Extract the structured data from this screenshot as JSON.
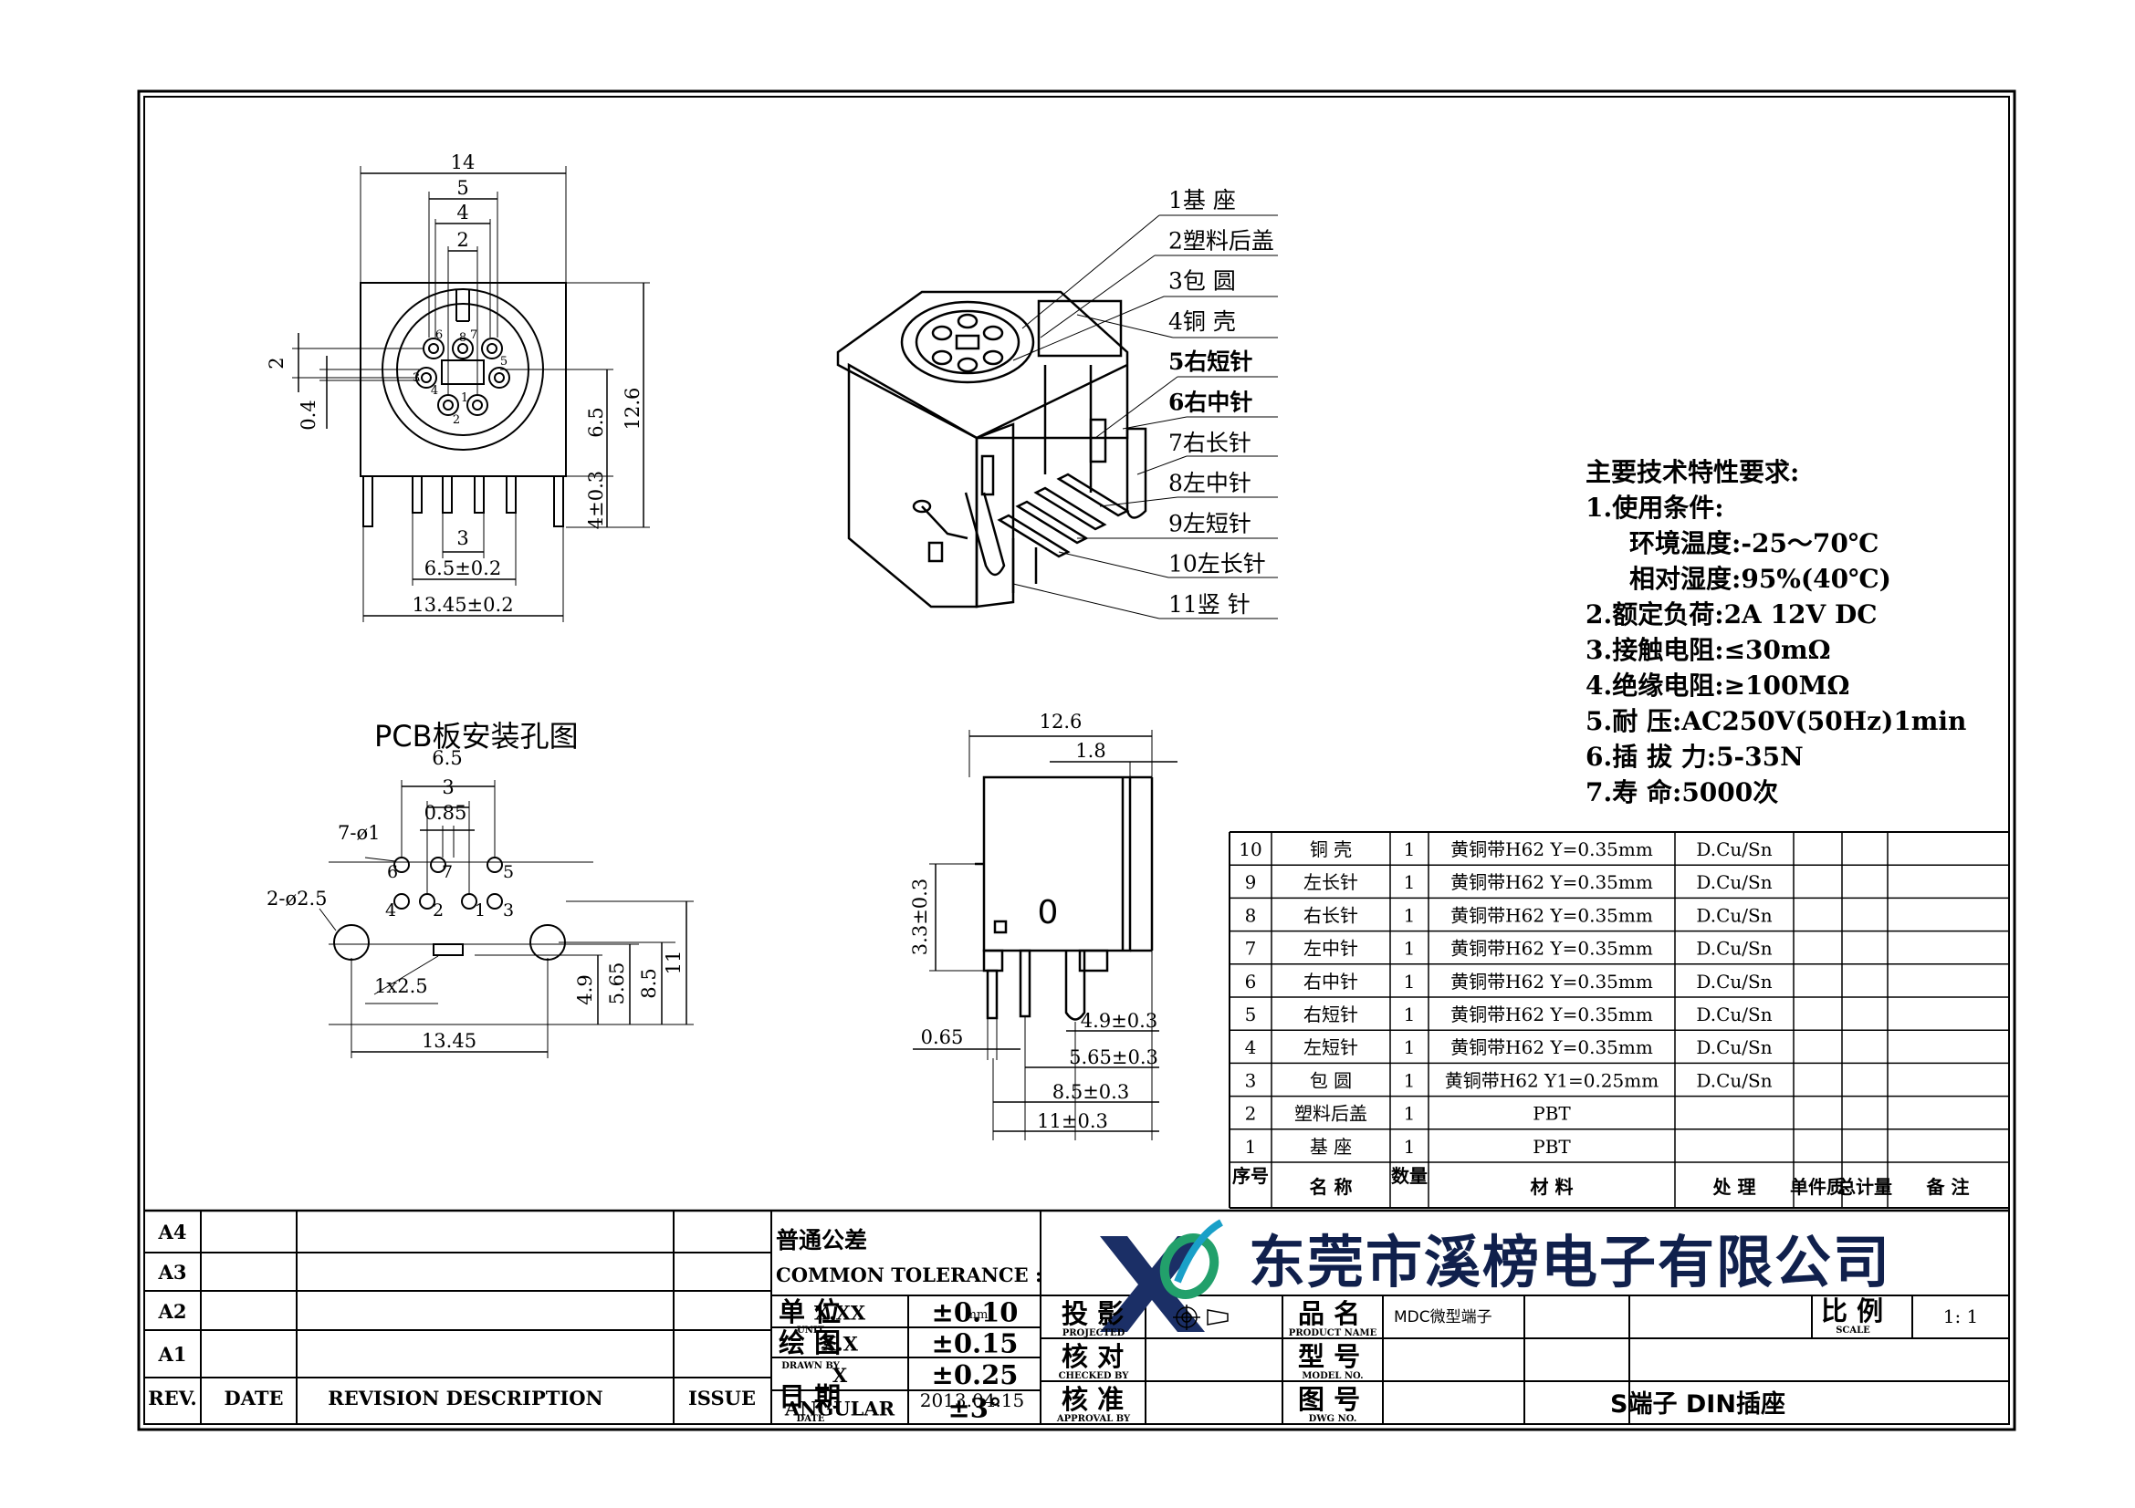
{
  "front_view": {
    "dims": {
      "w14": "14",
      "w5": "5",
      "w4": "4",
      "w2": "2",
      "h12_6": "12.6",
      "h6_5": "6.5",
      "h4_03": "4±0.3",
      "v2": "2",
      "v04": "0.4",
      "b3": "3",
      "b6_5": "6.5±0.2",
      "b13_45": "13.45±0.2"
    },
    "pins": [
      "6",
      "7",
      "8",
      "3",
      "1",
      "4",
      "5",
      "2"
    ]
  },
  "parts_callout": [
    {
      "label": "1基  座",
      "bold": false
    },
    {
      "label": "2塑料后盖",
      "bold": false
    },
    {
      "label": "3包  圆",
      "bold": false
    },
    {
      "label": "4铜  壳",
      "bold": false
    },
    {
      "label": "5右短针",
      "bold": true
    },
    {
      "label": "6右中针",
      "bold": true
    },
    {
      "label": "7右长针",
      "bold": false
    },
    {
      "label": "8左中针",
      "bold": false
    },
    {
      "label": "9左短针",
      "bold": false
    },
    {
      "label": "10左长针",
      "bold": false
    },
    {
      "label": "11竖 针",
      "bold": false
    }
  ],
  "specs": {
    "title": "主要技术特性要求:",
    "lines": [
      "1.使用条件:",
      "环境温度:-25～70℃",
      "相对湿度:95%(40℃)",
      "2.额定负荷:2A 12V DC",
      "3.接触电阻:≤30mΩ",
      "4.绝缘电阻:≥100MΩ",
      "5.耐    压:AC250V(50Hz)1min",
      "6.插 拔 力:5-35N",
      "7.寿    命:5000次"
    ]
  },
  "pcb": {
    "title": "PCB板安装孔图",
    "dims": {
      "d6_5": "6.5",
      "d3": "3",
      "d085": "0.85",
      "hole7": "7-ø1",
      "hole2": "2-ø2.5",
      "slot": "1x2.5",
      "d13_45": "13.45",
      "v4_9": "4.9",
      "v5_65": "5.65",
      "v8_5": "8.5",
      "v11": "11"
    },
    "pin_labels": {
      "p6": "6",
      "p7": "7",
      "p5": "5",
      "p4": "4",
      "p2": "2",
      "p1": "1",
      "p3": "3"
    }
  },
  "side_view": {
    "dims": {
      "w12_6": "12.6",
      "w1_8": "1.8",
      "v3_3": "3.3±0.3",
      "d0_65": "0.65",
      "d4_9": "4.9±0.3",
      "d5_65": "5.65±0.3",
      "d8_5": "8.5±0.3",
      "d11": "11±0.3"
    },
    "mark": "0"
  },
  "bom": {
    "headers": [
      "序号",
      "名  称",
      "数量",
      "材    料",
      "处    理",
      "单件质",
      "总计量",
      "备  注"
    ],
    "rows": [
      {
        "no": "10",
        "name": "铜  壳",
        "qty": "1",
        "mat": "黄铜带H62  Y=0.35mm",
        "proc": "D.Cu/Sn",
        "bold": false
      },
      {
        "no": "9",
        "name": "左长针",
        "qty": "1",
        "mat": "黄铜带H62  Y=0.35mm",
        "proc": "D.Cu/Sn",
        "bold": false
      },
      {
        "no": "8",
        "name": "右长针",
        "qty": "1",
        "mat": "黄铜带H62  Y=0.35mm",
        "proc": "D.Cu/Sn",
        "bold": false
      },
      {
        "no": "7",
        "name": "左中针",
        "qty": "1",
        "mat": "黄铜带H62  Y=0.35mm",
        "proc": "D.Cu/Sn",
        "bold": false
      },
      {
        "no": "6",
        "name": "右中针",
        "qty": "1",
        "mat": "黄铜带H62  Y=0.35mm",
        "proc": "D.Cu/Sn",
        "bold": false
      },
      {
        "no": "5",
        "name": "右短针",
        "qty": "1",
        "mat": "黄铜带H62  Y=0.35mm",
        "proc": "D.Cu/Sn",
        "bold": false
      },
      {
        "no": "4",
        "name": "左短针",
        "qty": "1",
        "mat": "黄铜带H62  Y=0.35mm",
        "proc": "D.Cu/Sn",
        "bold": false
      },
      {
        "no": "3",
        "name": "包  圆",
        "qty": "1",
        "mat": "黄铜带H62  Y1=0.25mm",
        "proc": "D.Cu/Sn",
        "bold": false
      },
      {
        "no": "2",
        "name": "塑料后盖",
        "qty": "1",
        "mat": "PBT",
        "proc": "",
        "bold": false
      },
      {
        "no": "1",
        "name": "基  座",
        "qty": "1",
        "mat": "PBT",
        "proc": "",
        "bold": false
      }
    ]
  },
  "title_block": {
    "revisions": [
      "A4",
      "A3",
      "A2",
      "A1"
    ],
    "rev_headers": {
      "rev": "REV.",
      "date": "DATE",
      "desc": "REVISION  DESCRIPTION",
      "issue": "ISSUE"
    },
    "tolerance": {
      "title_cn": "普通公差",
      "title_en": "COMMON TOLERANCE :",
      "rows": [
        {
          "k": "X.XX",
          "v": "±0.10"
        },
        {
          "k": "X.X",
          "v": "±0.15"
        },
        {
          "k": "X",
          "v": "±0.25"
        },
        {
          "k": "ANGULAR",
          "v": "±3°"
        }
      ]
    },
    "company": "东莞市溪榜电子有限公司",
    "unit_cn": "单 位",
    "unit_en": "UNIT",
    "unit_val": "mm",
    "proj_cn": "投 影",
    "proj_en": "PROJECTED",
    "drawn_cn": "绘 图",
    "drawn_en": "DRAWN BY",
    "date_cn": "日 期",
    "date_en": "DATE",
    "date_val": "2013.04.15",
    "checked_cn": "核 对",
    "checked_en": "CHECKED BY",
    "approval_cn": "核 准",
    "approval_en": "APPROVAL BY",
    "product_cn": "品 名",
    "product_en": "PRODUCT NAME",
    "product_val": "MDC微型端子",
    "scale_cn": "比 例",
    "scale_en": "SCALE",
    "scale_val": "1: 1",
    "model_cn": "型 号",
    "model_en": "MODEL NO.",
    "dwg_cn": "图 号",
    "dwg_en": "DWG NO.",
    "dwg_val": "S端子 DIN插座"
  },
  "colors": {
    "ink": "#000000",
    "logo_dark": "#1b2f66",
    "logo_green": "#22a06b",
    "logo_teal": "#1aa0c8",
    "company": "#10204c"
  }
}
